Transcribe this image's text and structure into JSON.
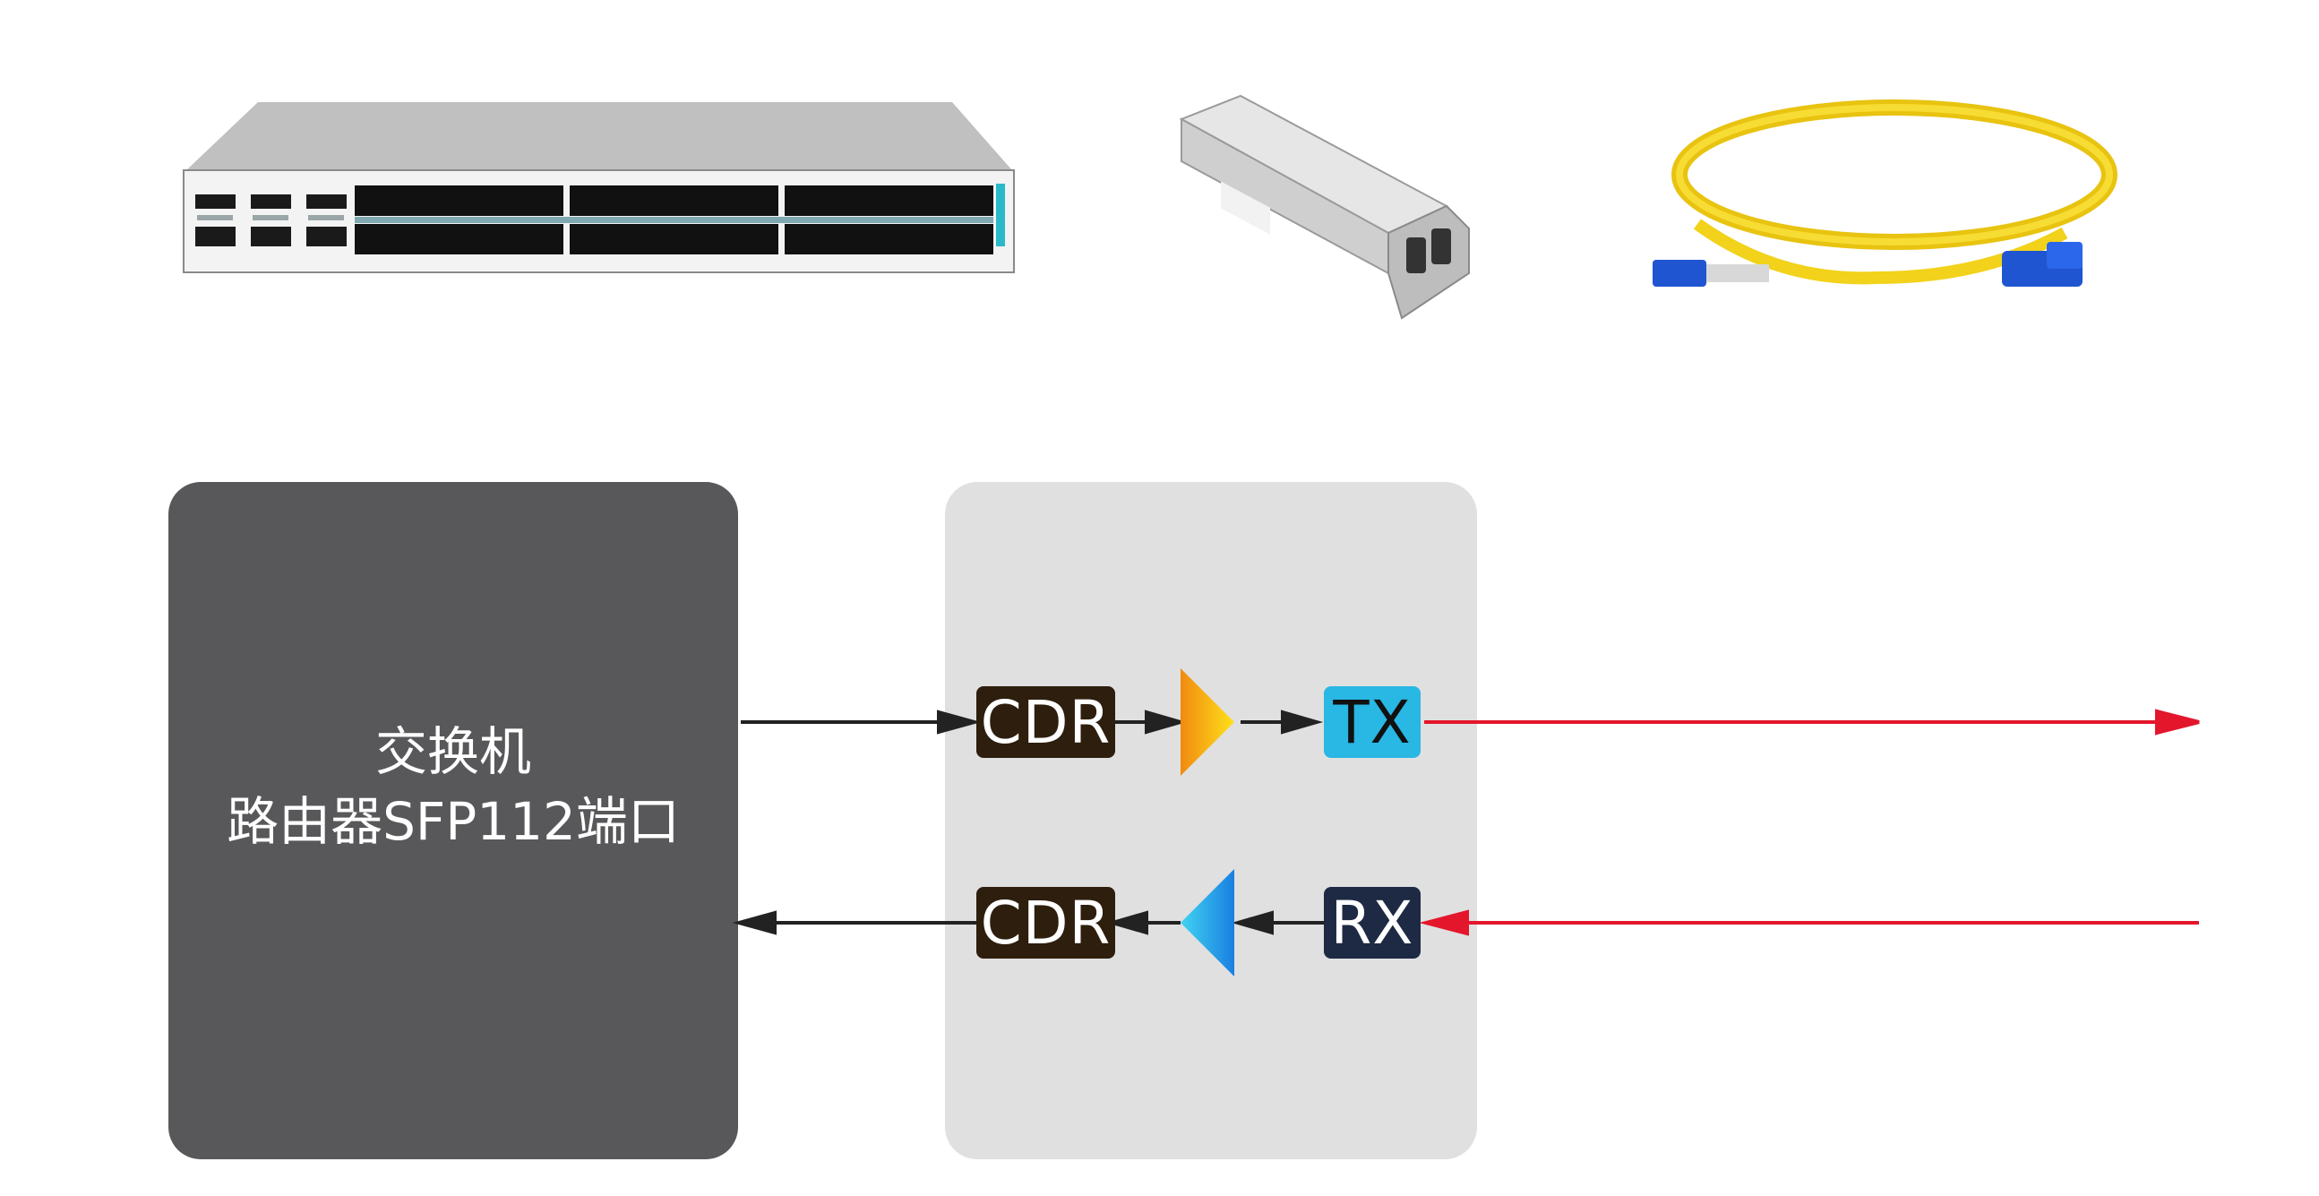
{
  "products": {
    "switch": {
      "icon": "network-switch-icon",
      "color": "#c0c0c0"
    },
    "transceiver": {
      "icon": "sfp-transceiver-icon",
      "color": "#d4d4d4"
    },
    "fiber_cable": {
      "icon": "fiber-patch-cable-icon",
      "color": "#f5d21a",
      "connector_color": "#1a55d6"
    }
  },
  "host": {
    "line1": "交换机",
    "line2": "路由器SFP112端口",
    "color": "#58585a"
  },
  "module": {
    "color": "#e0e0e1",
    "tx_path": {
      "cdr": "CDR",
      "amplifier": "driver-triangle-icon",
      "tx": "TX"
    },
    "rx_path": {
      "cdr": "CDR",
      "amplifier": "tia-triangle-icon",
      "rx": "RX"
    }
  },
  "colors": {
    "cdr_bg": "#2e1e0d",
    "tx_bg": "#29b7e3",
    "rx_bg": "#1e2a44",
    "optical_line": "#e3162c",
    "electrical_line": "#222222"
  }
}
